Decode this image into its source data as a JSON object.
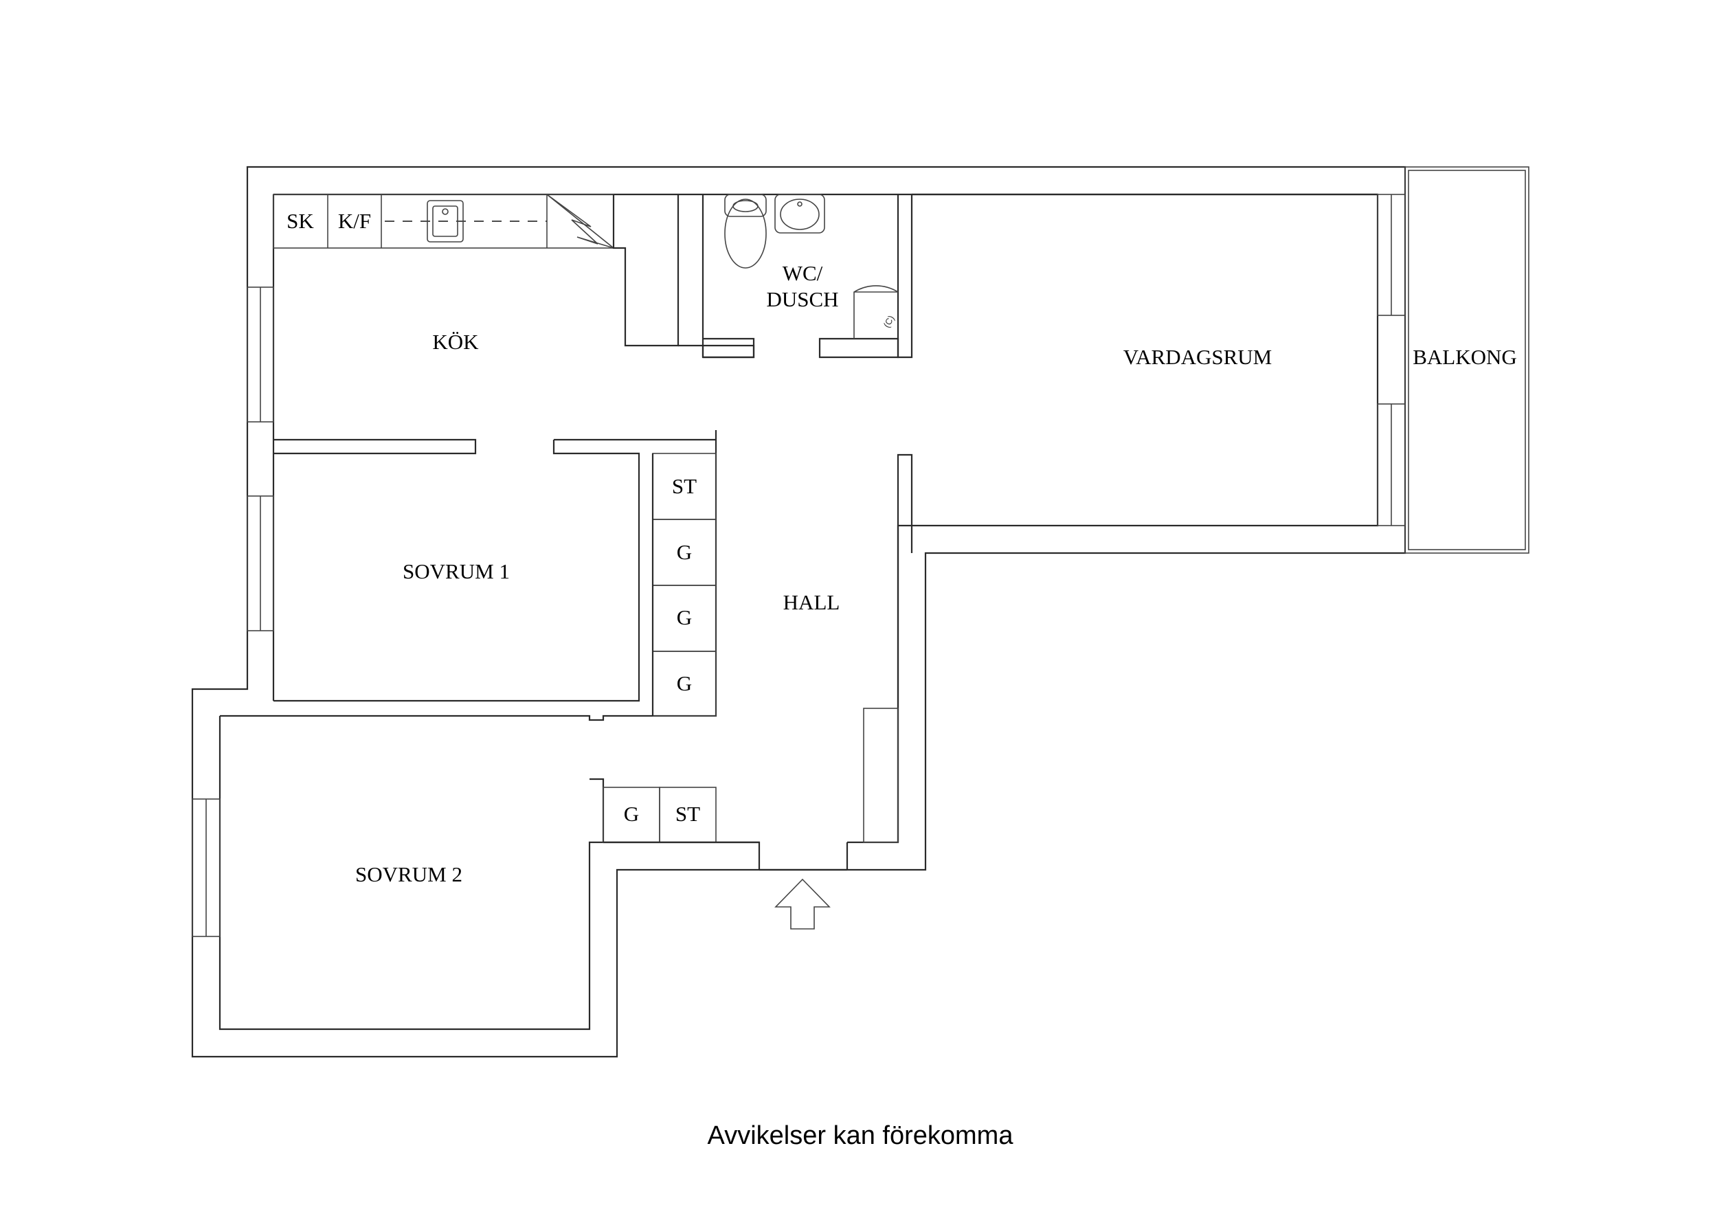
{
  "rooms": {
    "kitchen": "KÖK",
    "wc_line1": "WC/",
    "wc_line2": "DUSCH",
    "living": "VARDAGSRUM",
    "balcony": "BALKONG",
    "bedroom1": "SOVRUM 1",
    "hall": "HALL",
    "bedroom2": "SOVRUM 2"
  },
  "fixtures": {
    "sk": "SK",
    "kf": "K/F",
    "closet_st_top": "ST",
    "closet_g1": "G",
    "closet_g2": "G",
    "closet_g3": "G",
    "closet_g_bottom": "G",
    "closet_st_bottom": "ST",
    "shower_mark": "(C)"
  },
  "caption": "Avvikelser kan förekomma",
  "colors": {
    "line": "#2a2a2a",
    "background": "#ffffff",
    "text": "#000000"
  }
}
